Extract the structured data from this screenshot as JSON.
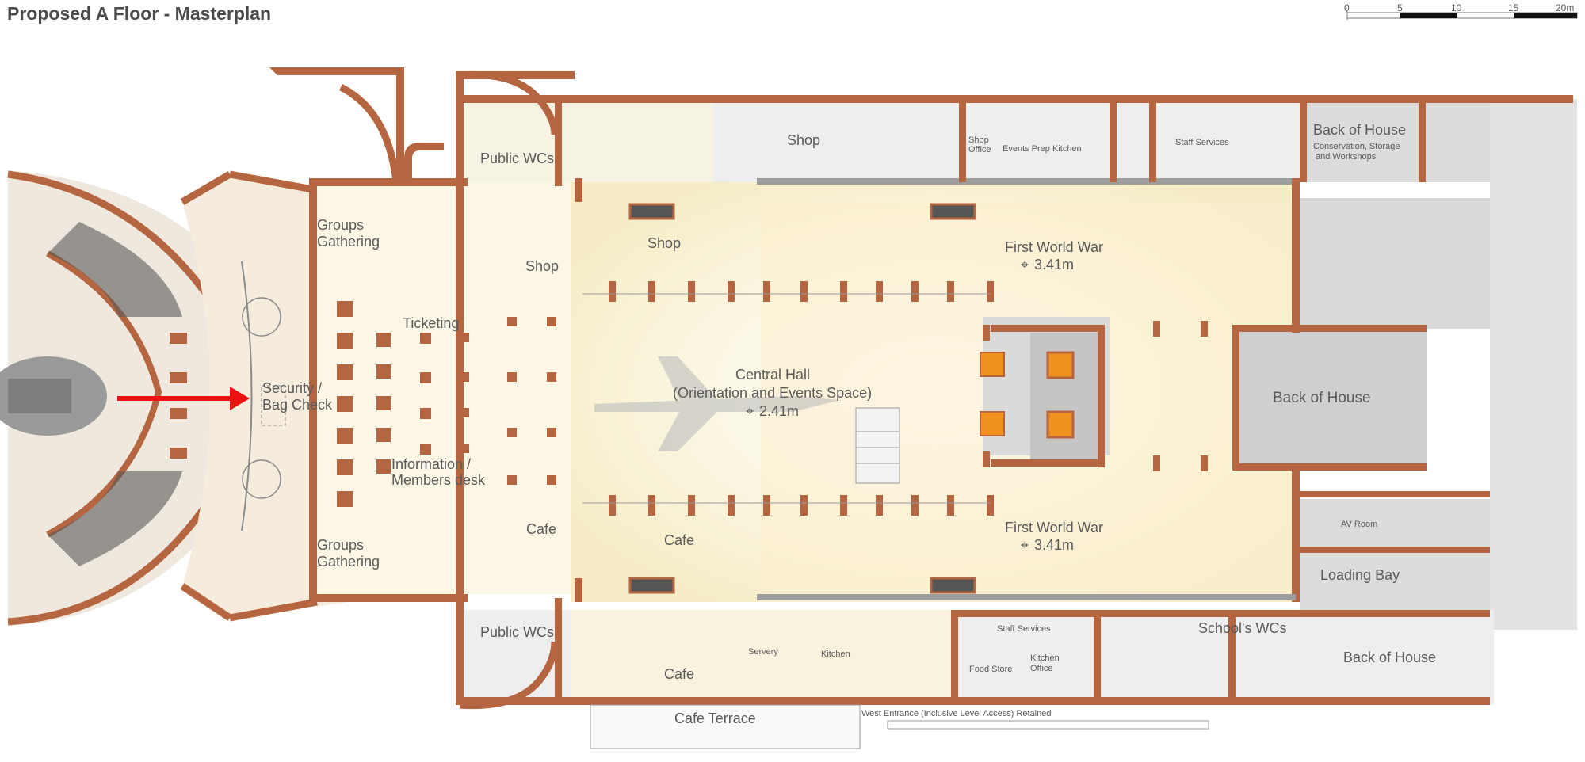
{
  "title": "Proposed A Floor - Masterplan",
  "scale_bar": {
    "ticks": [
      "0",
      "5",
      "10",
      "15",
      "20m"
    ]
  },
  "rooms": {
    "public_wcs_top": "Public WCs",
    "shop_top_right": "Shop",
    "shop_office_1": "Shop",
    "shop_office_2": "Office",
    "events_prep_kitchen": "Events Prep Kitchen",
    "staff_services_top": "Staff Services",
    "back_of_house_top": "Back of House",
    "conservation_1": "Conservation, Storage",
    "conservation_2": "and Workshops",
    "groups_gathering_top_1": "Groups",
    "groups_gathering_top_2": "Gathering",
    "shop_center": "Shop",
    "shop_small": "Shop",
    "ticketing": "Ticketing",
    "first_world_war_top": "First World War",
    "fww_top_level": "3.41m",
    "security_1": "Security /",
    "security_2": "Bag Check",
    "central_hall_1": "Central Hall",
    "central_hall_2": "(Orientation and Events Space)",
    "central_hall_level": "2.41m",
    "back_of_house_mid": "Back of House",
    "info_desk_1": "Information /",
    "info_desk_2": "Members desk",
    "cafe_small": "Cafe",
    "cafe_mid": "Cafe",
    "first_world_war_bottom": "First World War",
    "fww_bottom_level": "3.41m",
    "av_room": "AV Room",
    "groups_gathering_bottom_1": "Groups",
    "groups_gathering_bottom_2": "Gathering",
    "loading_bay": "Loading Bay",
    "public_wcs_bottom": "Public WCs",
    "staff_services_bottom": "Staff Services",
    "schools_wcs": "School's WCs",
    "servery": "Servery",
    "kitchen": "Kitchen",
    "food_store": "Food Store",
    "kitchen_office_1": "Kitchen",
    "kitchen_office_2": "Office",
    "back_of_house_bottom": "Back of House",
    "cafe_bottom": "Cafe",
    "cafe_terrace": "Cafe Terrace",
    "west_entrance": "West Entrance (Inclusive Level Access) Retained"
  },
  "colors": {
    "wall": "#b5653f",
    "arrow": "#ee1111",
    "lift": "#f0901e",
    "floor_warm": "#faf4d8",
    "floor_grey": "#c9c9c9"
  }
}
